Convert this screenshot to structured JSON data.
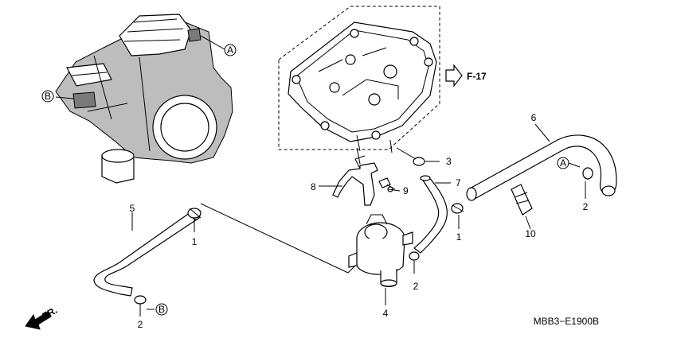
{
  "diagram": {
    "ref_page": "F-17",
    "code": "MBB3−E1900B",
    "front_marker": "FR.",
    "connectors": {
      "a": "A",
      "b": "B"
    },
    "callouts": {
      "p1a": "1",
      "p1b": "1",
      "p2a": "2",
      "p2b": "2",
      "p2c": "2",
      "p3": "3",
      "p4": "4",
      "p5": "5",
      "p6": "6",
      "p7": "7",
      "p8": "8",
      "p9": "9",
      "p10": "10"
    }
  }
}
